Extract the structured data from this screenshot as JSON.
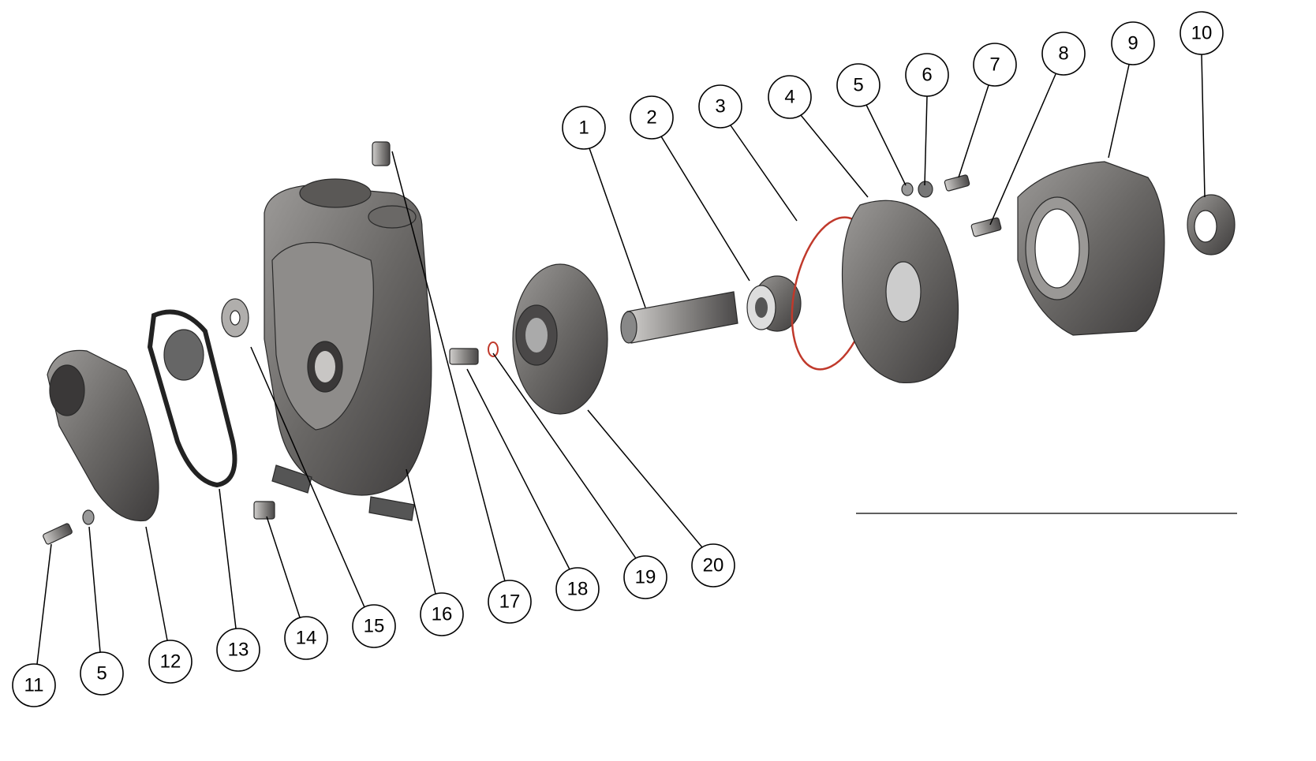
{
  "diagram": {
    "type": "exploded-parts-view",
    "balloons": [
      "1",
      "2",
      "3",
      "4",
      "5",
      "6",
      "7",
      "8",
      "9",
      "10",
      "11",
      "5",
      "12",
      "13",
      "14",
      "15",
      "16",
      "17",
      "18",
      "19",
      "20"
    ]
  },
  "colors": {
    "metal_dark": "#4a4848",
    "metal_mid": "#7a7878",
    "metal_light": "#b8b6b4",
    "oring": "#c0392b"
  }
}
